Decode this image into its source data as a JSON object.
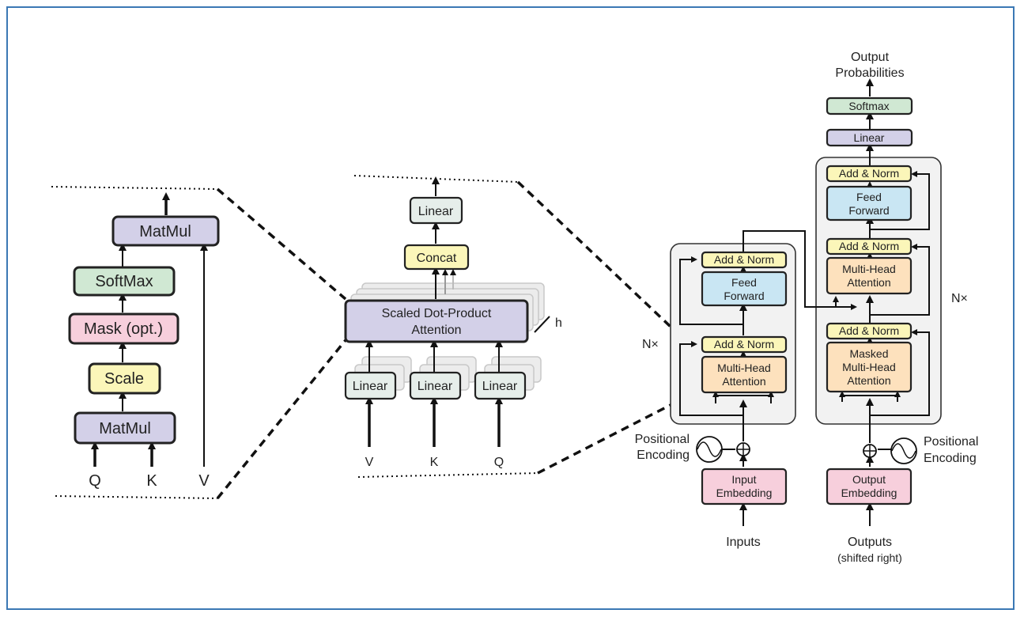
{
  "sdpa": {
    "matmul_top": "MatMul",
    "softmax": "SoftMax",
    "mask": "Mask (opt.)",
    "scale": "Scale",
    "matmul_bottom": "MatMul",
    "q": "Q",
    "k": "K",
    "v": "V"
  },
  "mha": {
    "linear_top": "Linear",
    "concat": "Concat",
    "sdpa_line1": "Scaled Dot-Product",
    "sdpa_line2": "Attention",
    "h": "h",
    "linear_v": "Linear",
    "linear_k": "Linear",
    "linear_q": "Linear",
    "v": "V",
    "k": "K",
    "q": "Q"
  },
  "transformer": {
    "output_prob_line1": "Output",
    "output_prob_line2": "Probabilities",
    "softmax": "Softmax",
    "linear": "Linear",
    "nx_left": "N×",
    "nx_right": "N×",
    "encoder": {
      "add_norm_top": "Add & Norm",
      "ff_line1": "Feed",
      "ff_line2": "Forward",
      "add_norm_bottom": "Add & Norm",
      "mha_line1": "Multi-Head",
      "mha_line2": "Attention",
      "pos_enc_line1": "Positional",
      "pos_enc_line2": "Encoding",
      "embed_line1": "Input",
      "embed_line2": "Embedding",
      "inputs": "Inputs"
    },
    "decoder": {
      "add_norm_top": "Add & Norm",
      "ff_line1": "Feed",
      "ff_line2": "Forward",
      "add_norm_mid": "Add & Norm",
      "mha_line1": "Multi-Head",
      "mha_line2": "Attention",
      "add_norm_bottom": "Add & Norm",
      "masked_line1": "Masked",
      "masked_line2": "Multi-Head",
      "masked_line3": "Attention",
      "pos_enc_line1": "Positional",
      "pos_enc_line2": "Encoding",
      "embed_line1": "Output",
      "embed_line2": "Embedding",
      "outputs_line1": "Outputs",
      "outputs_line2": "(shifted right)"
    }
  },
  "colors": {
    "frame": "#3b78b4",
    "purple": "#d3d0e8",
    "green": "#d0e8d3",
    "pink": "#f7cfdc",
    "yellow": "#fbf6b9",
    "blue": "#c9e6f3",
    "orange": "#fde1bd",
    "gray": "#e6eeea"
  }
}
